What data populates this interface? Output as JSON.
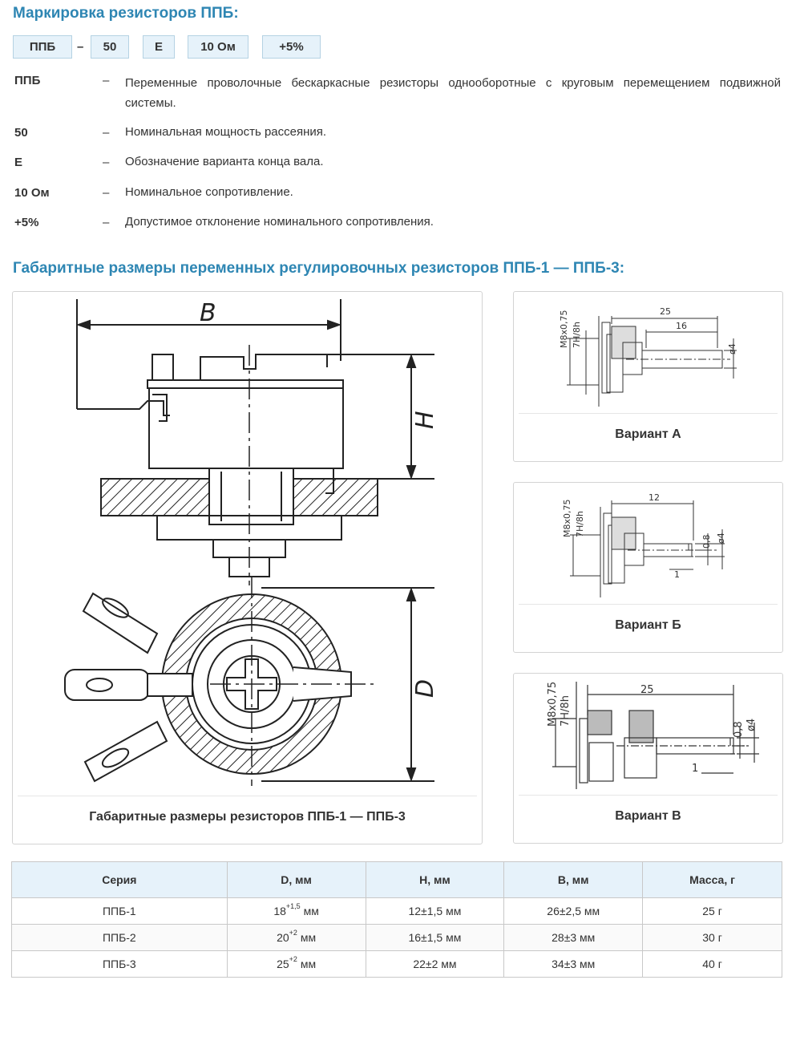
{
  "marking": {
    "title": "Маркировка резисторов ППБ:",
    "codes": [
      "ППБ",
      "50",
      "Е",
      "10 Ом",
      "+5%"
    ],
    "separator": "–",
    "definitions": [
      {
        "term": "ППБ",
        "dash": "–",
        "text": "Переменные проволочные бескаркасные резисторы однооборотные с круговым перемещением подвижной системы."
      },
      {
        "term": "50",
        "dash": "–",
        "text": "Номинальная мощность рассеяния."
      },
      {
        "term": "Е",
        "dash": "–",
        "text": "Обозначение варианта конца вала."
      },
      {
        "term": "10 Ом",
        "dash": "–",
        "text": "Номинальное сопротивление."
      },
      {
        "term": "+5%",
        "dash": "–",
        "text": "Допустимое отклонение номинального сопротивления."
      }
    ]
  },
  "dimensions": {
    "title": "Габаритные размеры переменных регулировочных резисторов ППБ-1 — ППБ-3:",
    "main_caption": "Габаритные размеры резисторов ППБ-1 — ППБ-3",
    "main_labels": {
      "b": "B",
      "h": "H",
      "d": "D"
    },
    "variants": [
      {
        "caption": "Вариант А",
        "labels": {
          "thread": "M8x0,75",
          "fit": "7H/8h",
          "d1": "25",
          "d2": "16",
          "d3": "ø4"
        }
      },
      {
        "caption": "Вариант Б",
        "labels": {
          "thread": "M8x0,75",
          "fit": "7H/8h",
          "d1": "12",
          "d2": "0,8",
          "d3": "ø4",
          "d4": "1"
        }
      },
      {
        "caption": "Вариант В",
        "labels": {
          "thread": "M8x0,75",
          "fit": "7H/8h",
          "d1": "25",
          "d2": "0,8",
          "d3": "ø4",
          "d4": "1"
        }
      }
    ]
  },
  "table": {
    "headers": [
      "Серия",
      "D, мм",
      "H, мм",
      "B, мм",
      "Масса, г"
    ],
    "rows": [
      {
        "series": "ППБ-1",
        "d_base": "18",
        "d_tol": "+1,5",
        "d_unit": " мм",
        "h": "12±1,5 мм",
        "b": "26±2,5 мм",
        "mass": "25 г"
      },
      {
        "series": "ППБ-2",
        "d_base": "20",
        "d_tol": "+2",
        "d_unit": " мм",
        "h": "16±1,5 мм",
        "b": "28±3 мм",
        "mass": "30 г"
      },
      {
        "series": "ППБ-3",
        "d_base": "25",
        "d_tol": "+2",
        "d_unit": " мм",
        "h": "22±2 мм",
        "b": "34±3 мм",
        "mass": "40 г"
      }
    ]
  }
}
